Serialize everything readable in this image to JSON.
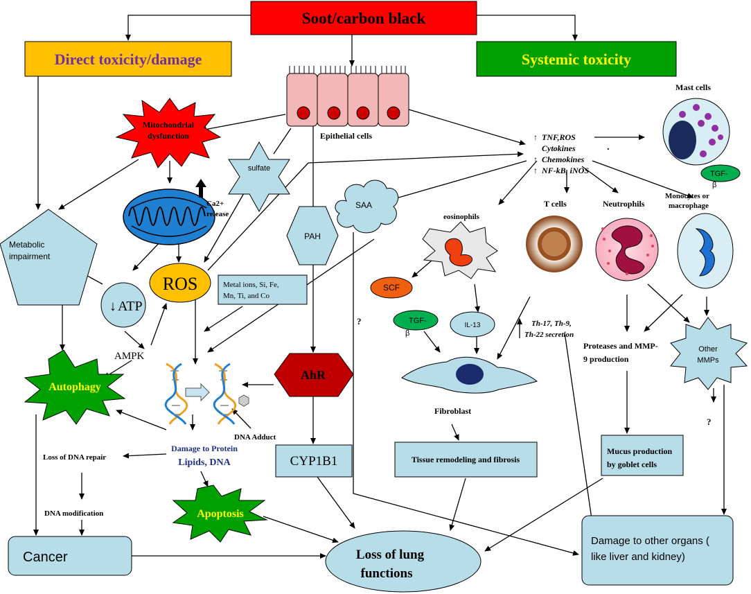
{
  "header": {
    "root": "Soot/carbon black",
    "direct": "Direct toxicity/damage",
    "systemic": "Systemic toxicity"
  },
  "epithelium": {
    "label": "Epithelial cells"
  },
  "mitochondria": {
    "dysfunction_line1": "Mitochondrial",
    "dysfunction_line2": "dysfunction",
    "ca_line1": "Ca2+",
    "ca_line2": "release"
  },
  "sulfate": "sulfate",
  "metabolic": {
    "line1": "Metabolic",
    "line2": "impairment"
  },
  "atp": "ATP",
  "ampk": "AMPK",
  "ros": "ROS",
  "metals": {
    "line1": "Metal ions, Si, Fe,",
    "line2": "Mn, Ti, and Co"
  },
  "pah": "PAH",
  "ahr": "AhR",
  "cyp": "CYP1B1",
  "autophagy": "Autophagy",
  "dna_adduct": "DNA Adduct",
  "damage": {
    "line1": "Damage to Protein",
    "line2": "Lipids, DNA"
  },
  "loss_dna_repair": "Loss of DNA repair",
  "dna_modification": "DNA modification",
  "apoptosis": "Apoptosis",
  "cancer": "Cancer",
  "lung": {
    "line1": "Loss of lung",
    "line2": "functions"
  },
  "cytokines": {
    "line1": "TNF,ROS",
    "line2": "Cytokines",
    "line3": "Chemokines",
    "line4": "NF-kB, iNOS",
    "dot": "."
  },
  "mast_cells": "Mast cells",
  "tgf_mast": {
    "line1": "TGF-",
    "line2": "β"
  },
  "saa": "SAA",
  "eosinophils": "eosinophils",
  "t_cells": "T cells",
  "neutrophils": "Neutrophils",
  "monocytes": {
    "line1": "Monocytes or",
    "line2": "macrophage"
  },
  "scf": "SCF",
  "question": "?",
  "tgf_eos": {
    "line1": "TGF-",
    "line2": "β"
  },
  "il13": "IL-13",
  "th": {
    "line1": "Th-17, Th-9,",
    "line2": "Th-22  secretion"
  },
  "proteases": {
    "line1": "Proteases and MMP-",
    "line2": "9 production"
  },
  "other_mmps": {
    "line1": "Other",
    "line2": "MMPs"
  },
  "fibroblast": "Fibroblast",
  "remodeling": "Tissue remodeling and fibrosis",
  "mucus": {
    "line1": "Mucus production",
    "line2": "by goblet cells"
  },
  "other_organs": {
    "line1": "Damage to other organs (",
    "line2": "like liver  and kidney)"
  },
  "colors": {
    "root": "#ff0000",
    "direct": "#ffc000",
    "direct_text": "#7030a0",
    "systemic": "#00a000",
    "systemic_text": "#ffff00",
    "box": "#b7dde8",
    "epithelium": "#f2b8b8",
    "nucleus": "#cc0000",
    "ros": "#ffc000",
    "ahr": "#c00000",
    "autophagy": "#00a000",
    "mito_blue": "#1f7fd0",
    "tgf": "#00b050",
    "scf": "#f06010"
  }
}
